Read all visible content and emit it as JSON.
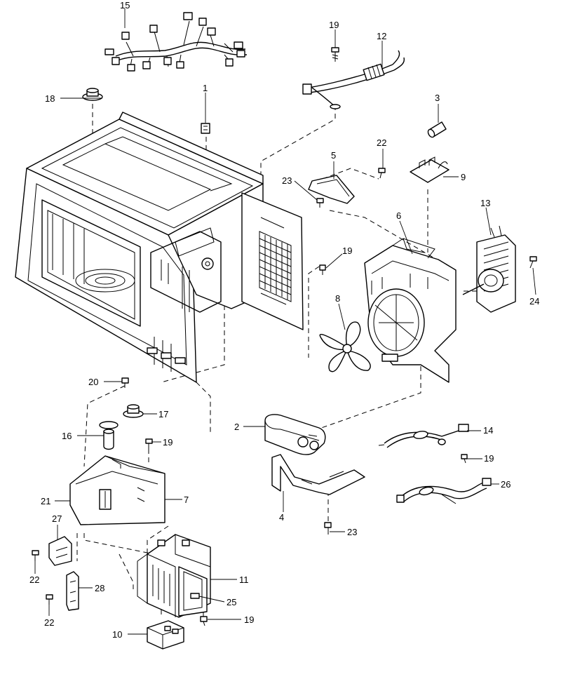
{
  "labels": [
    {
      "id": "p1",
      "text": "1"
    },
    {
      "id": "p2",
      "text": "2"
    },
    {
      "id": "p3",
      "text": "3"
    },
    {
      "id": "p4",
      "text": "4"
    },
    {
      "id": "p5",
      "text": "5"
    },
    {
      "id": "p6",
      "text": "6"
    },
    {
      "id": "p7",
      "text": "7"
    },
    {
      "id": "p8",
      "text": "8"
    },
    {
      "id": "p9",
      "text": "9"
    },
    {
      "id": "p10",
      "text": "10"
    },
    {
      "id": "p11",
      "text": "11"
    },
    {
      "id": "p12",
      "text": "12"
    },
    {
      "id": "p13",
      "text": "13"
    },
    {
      "id": "p14",
      "text": "14"
    },
    {
      "id": "p15",
      "text": "15"
    },
    {
      "id": "p16",
      "text": "16"
    },
    {
      "id": "p17",
      "text": "17"
    },
    {
      "id": "p18",
      "text": "18"
    },
    {
      "id": "p19a",
      "text": "19"
    },
    {
      "id": "p19b",
      "text": "19"
    },
    {
      "id": "p19c",
      "text": "19"
    },
    {
      "id": "p19d",
      "text": "19"
    },
    {
      "id": "p19e",
      "text": "19"
    },
    {
      "id": "p20",
      "text": "20"
    },
    {
      "id": "p21",
      "text": "21"
    },
    {
      "id": "p22a",
      "text": "22"
    },
    {
      "id": "p22b",
      "text": "22"
    },
    {
      "id": "p22c",
      "text": "22"
    },
    {
      "id": "p23a",
      "text": "23"
    },
    {
      "id": "p23b",
      "text": "23"
    },
    {
      "id": "p24",
      "text": "24"
    },
    {
      "id": "p25",
      "text": "25"
    },
    {
      "id": "p26",
      "text": "26"
    },
    {
      "id": "p27",
      "text": "27"
    },
    {
      "id": "p28",
      "text": "28"
    }
  ]
}
